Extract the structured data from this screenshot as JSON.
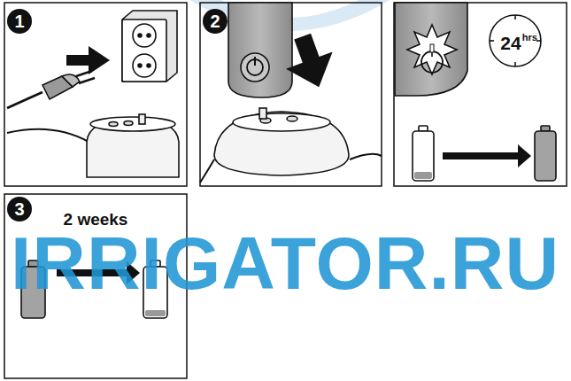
{
  "diagram": {
    "labels": [
      "1",
      "2",
      "24",
      "hrs",
      "3",
      "2 weeks",
      "IRRIGATOR.RU"
    ]
  }
}
